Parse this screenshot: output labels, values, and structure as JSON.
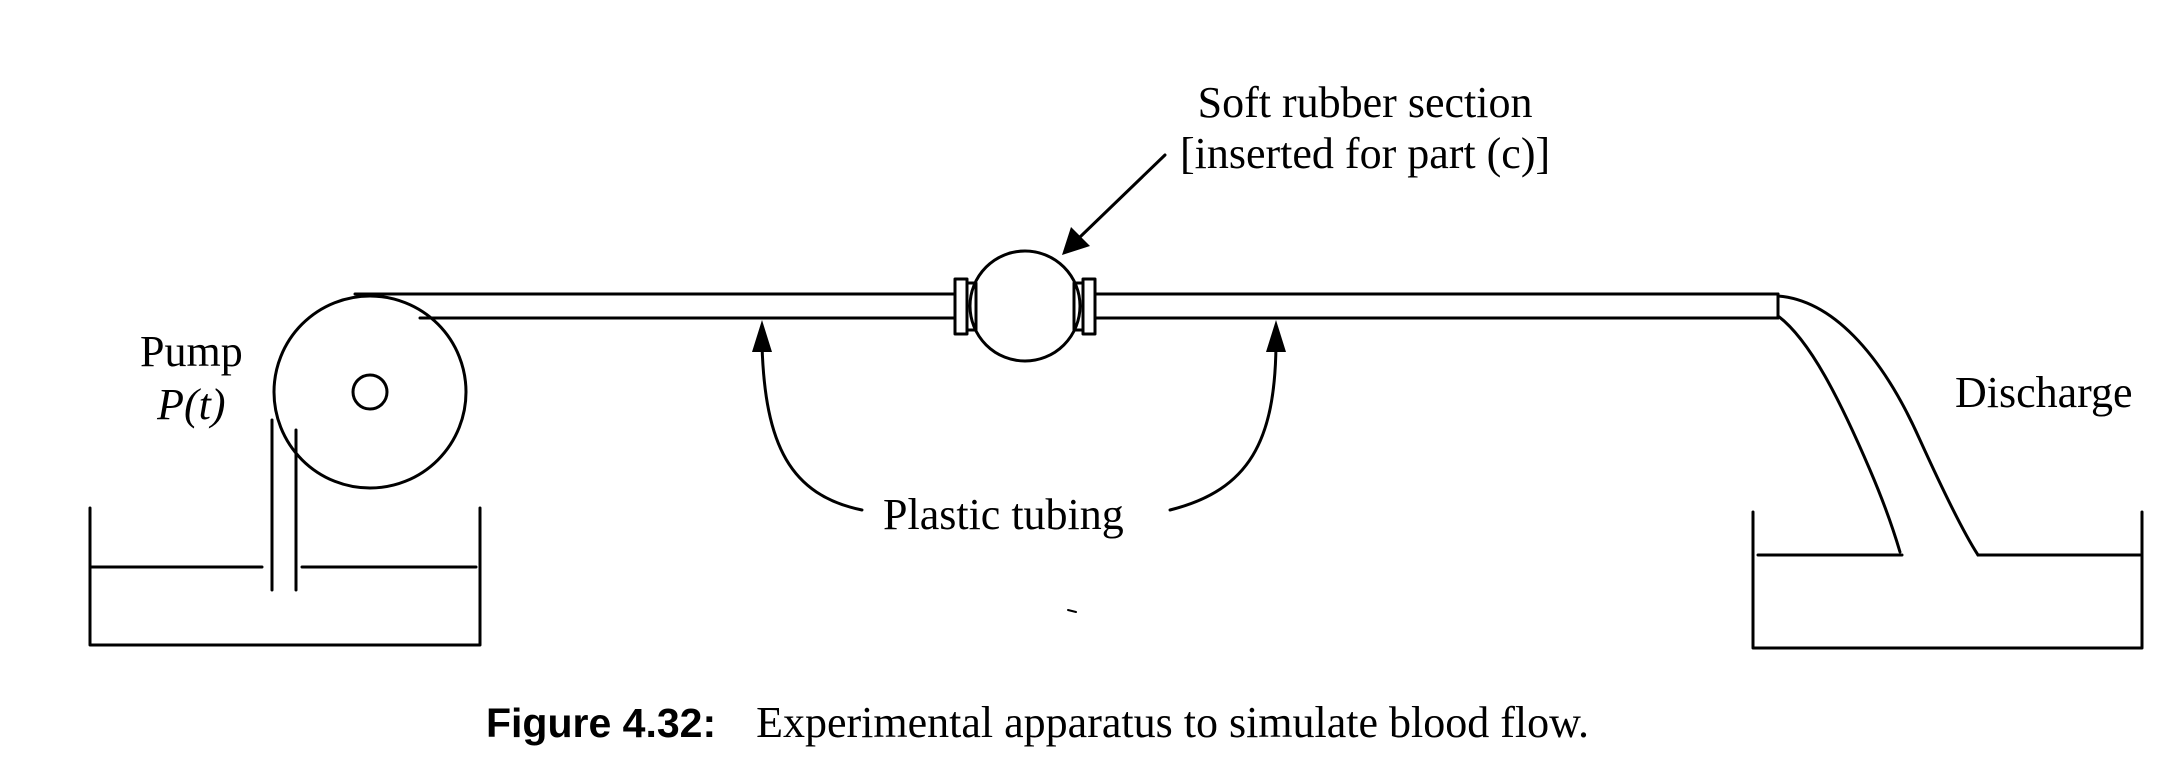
{
  "labels": {
    "soft_rubber_line1": "Soft rubber section",
    "soft_rubber_line2": "[inserted for part (c)]",
    "pump": "Pump",
    "pump_func": "P(t)",
    "plastic_tubing": "Plastic tubing",
    "discharge": "Discharge"
  },
  "caption": {
    "number": "Figure 4.32:",
    "text": "Experimental apparatus to simulate blood flow."
  }
}
